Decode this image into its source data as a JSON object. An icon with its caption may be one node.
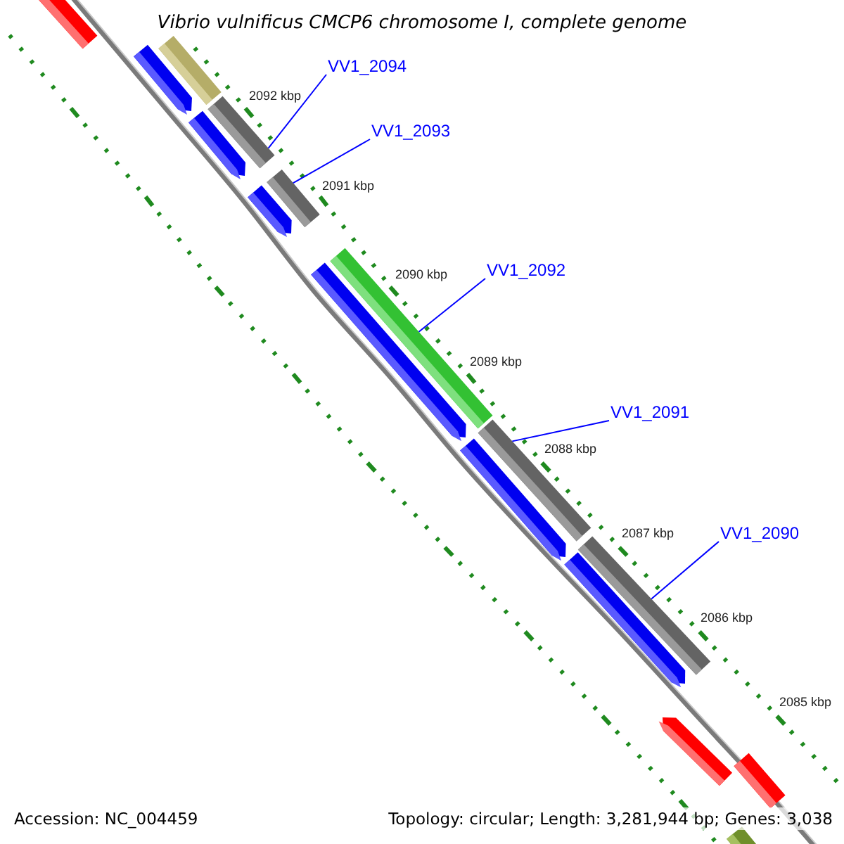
{
  "diagram": {
    "title": "Vibrio vulnificus CMCP6 chromosome I, complete genome",
    "nodes": [
      {
        "text": [],
        "shape": "bar"
      },
      {
        "text": [],
        "shape": "arrow"
      },
      {
        "text": [],
        "shape": "bar"
      },
      {
        "text": [],
        "shape": "bar"
      },
      {
        "text": [],
        "shape": "arrow"
      },
      {
        "text": [],
        "shape": "bar"
      },
      {
        "text": [],
        "shape": "arrow"
      },
      {
        "text": [],
        "shape": "bar"
      },
      {
        "text": [],
        "shape": "arrow"
      },
      {
        "text": [],
        "shape": "bar"
      },
      {
        "text": [],
        "shape": "arrow"
      },
      {
        "text": [],
        "shape": "bar"
      },
      {
        "text": [],
        "shape": "arrow"
      },
      {
        "text": [],
        "shape": "arrow"
      },
      {
        "text": [],
        "shape": "bar"
      },
      {
        "text": [],
        "shape": "bar"
      },
      {
        "text": [
          "VV1_2094"
        ]
      },
      {
        "text": [
          "VV1_2093"
        ]
      },
      {
        "text": [
          "VV1_2092"
        ]
      },
      {
        "text": [
          "VV1_2091"
        ]
      },
      {
        "text": [
          "VV1_2090"
        ]
      }
    ],
    "edges": [
      {
        "from": 16,
        "to": 3,
        "arrow": "none"
      },
      {
        "from": 17,
        "to": 5,
        "arrow": "none"
      },
      {
        "from": 18,
        "to": 7,
        "arrow": "none"
      },
      {
        "from": 19,
        "to": 9,
        "arrow": "none"
      },
      {
        "from": 20,
        "to": 11,
        "arrow": "none"
      }
    ],
    "labels": [
      "2092 kbp",
      "2091 kbp",
      "2090 kbp",
      "2089 kbp",
      "2088 kbp",
      "2087 kbp",
      "2086 kbp",
      "2085 kbp",
      "Accession: NC_004459",
      "Topology: circular; Length: 3,281,944 bp; Genes: 3,038"
    ]
  }
}
